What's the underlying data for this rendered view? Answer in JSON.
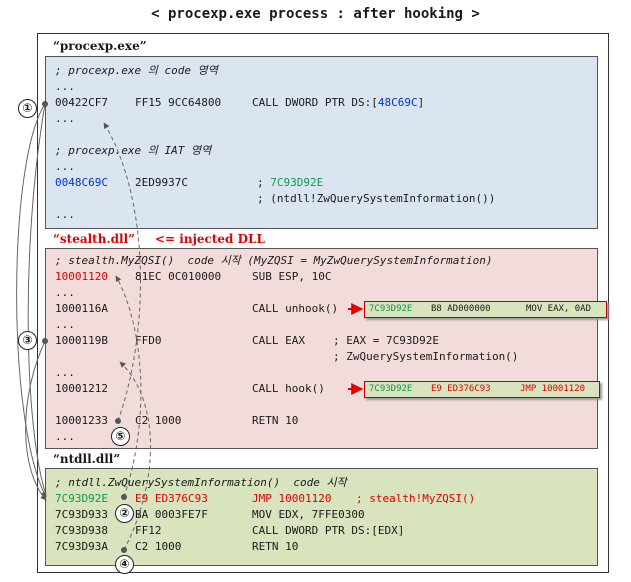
{
  "title": "< procexp.exe process : after hooking >",
  "segments": {
    "procexp": "“procexp.exe”",
    "stealth": "“stealth.dll”",
    "stealth_note": "<= injected DLL",
    "ntdll": "“ntdll.dll”"
  },
  "procexp_lines": {
    "code_comment": "; procexp.exe 의 code 영역",
    "dots1": "...",
    "l1_addr": "00422CF7",
    "l1_bytes": "FF15 9CC64800",
    "l1_instr": "CALL DWORD PTR DS:[",
    "l1_target": "48C69C",
    "l1_end": "]",
    "dots2": "...",
    "iat_comment": "; procexp.exe 의 IAT 영역",
    "dots3": "...",
    "l2_addr": "0048C69C",
    "l2_bytes": "2ED9937C",
    "l2_comment_pre": ";",
    "l2_comment_val": "7C93D92E",
    "l2_sub": "; (ntdll!ZwQuerySystemInformation())",
    "dots4": "..."
  },
  "stealth_lines": {
    "header": "; stealth.MyZQSI()  code 시작 (MyZQSI = MyZwQuerySystemInformation)",
    "r1_addr": "10001120",
    "r1_bytes": "81EC 0C010000",
    "r1_instr": "SUB ESP, 10C",
    "dots1": "...",
    "r2_addr": "1000116A",
    "r2_instr": "CALL unhook()",
    "dots2": "...",
    "r3_addr": "1000119B",
    "r3_bytes": "FFD0",
    "r3_instr": "CALL EAX",
    "r3_comment": "; EAX = 7C93D92E",
    "r3_comment2": "; ZwQuerySystemInformation()",
    "dots3": "...",
    "r4_addr": "10001212",
    "r4_instr": "CALL hook()",
    "r5_addr": "10001233",
    "r5_bytes": "C2 1000",
    "r5_instr": "RETN 10",
    "dots4": "..."
  },
  "badges": {
    "unhook": {
      "addr": "7C93D92E",
      "bytes": "B8 AD000000",
      "instr": "MOV EAX, 0AD"
    },
    "hook": {
      "addr": "7C93D92E",
      "bytes": "E9 ED376C93",
      "instr": "JMP 10001120"
    }
  },
  "ntdll_lines": {
    "header": "; ntdll.ZwQuerySystemInformation()  code 시작",
    "n1_addr": "7C93D92E",
    "n1_bytes": "E9 ED376C93",
    "n1_instr": "JMP 10001120",
    "n1_comment": "; stealth!MyZQSI()",
    "n2_addr": "7C93D933",
    "n2_bytes": "BA 0003FE7F",
    "n2_instr": "MOV EDX, 7FFE0300",
    "n3_addr": "7C93D938",
    "n3_bytes": "FF12",
    "n3_instr": "CALL DWORD PTR DS:[EDX]",
    "n4_addr": "7C93D93A",
    "n4_bytes": "C2 1000",
    "n4_instr": "RETN 10"
  },
  "steps": [
    "①",
    "②",
    "③",
    "④",
    "⑤"
  ],
  "colors": {
    "blue_box": "#dbe5f1",
    "pink_box": "#f2dcdb",
    "green_box": "#d7e4bd",
    "accent_red": "#e00000",
    "addr_blue": "#0033cc",
    "addr_green": "#109a4a"
  }
}
